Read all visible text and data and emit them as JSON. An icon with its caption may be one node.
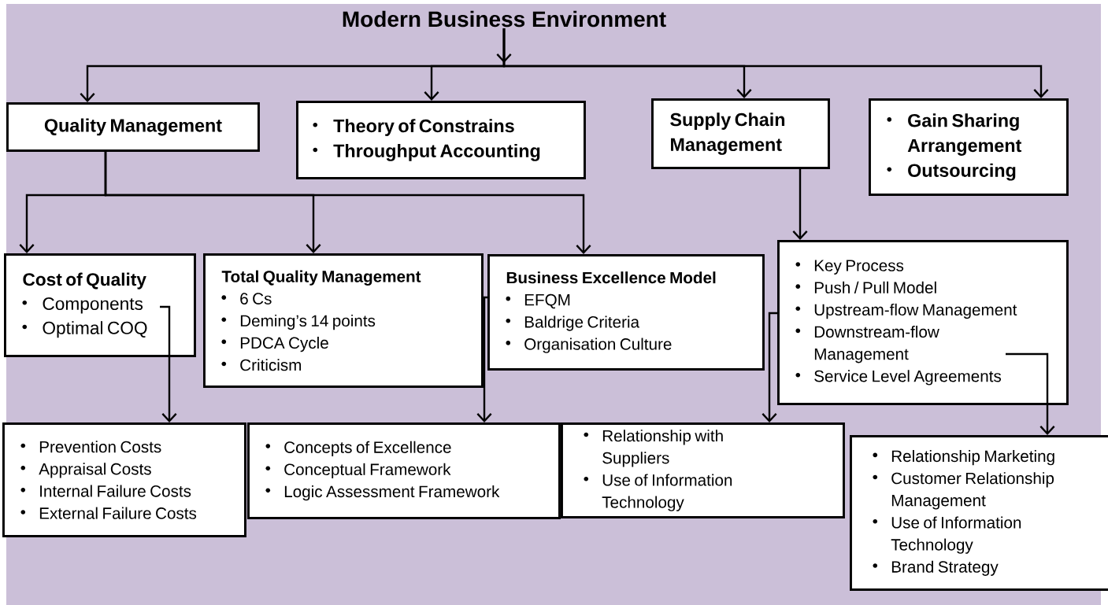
{
  "diagram": {
    "nodes": [
      {
        "text": [
          "Modern Business Environment"
        ]
      },
      {
        "text": [
          "Quality Management"
        ]
      },
      {
        "text": [
          "Theory of Constrains",
          "Throughput Accounting"
        ]
      },
      {
        "text": [
          "Supply Chain Management"
        ]
      },
      {
        "text": [
          "Gain Sharing Arrangement",
          "Outsourcing"
        ]
      },
      {
        "text": [
          "Cost of Quality",
          "Components",
          "Optimal COQ"
        ]
      },
      {
        "text": [
          "Total Quality Management",
          "6 Cs",
          "Deming’s 14 points",
          "PDCA Cycle",
          "Criticism"
        ]
      },
      {
        "text": [
          "Business Excellence Model",
          "EFQM",
          "Baldrige Criteria",
          "Organisation Culture"
        ]
      },
      {
        "text": [
          "Key Process",
          "Push / Pull Model",
          "Upstream-flow Management",
          "Downstream-flow Management",
          "Service Level Agreements"
        ]
      },
      {
        "text": [
          "Prevention Costs",
          "Appraisal Costs",
          "Internal Failure Costs",
          "External Failure Costs"
        ]
      },
      {
        "text": [
          "Concepts of Excellence",
          "Conceptual Framework",
          "Logic Assessment Framework"
        ]
      },
      {
        "text": [
          "Relationship with Suppliers",
          "Use of Information Technology"
        ]
      },
      {
        "text": [
          "Relationship Marketing",
          "Customer Relationship Management",
          "Use of Information Technology",
          "Brand Strategy"
        ]
      }
    ],
    "edges": [
      {
        "from": 0,
        "to": 1,
        "arrow": "to"
      },
      {
        "from": 0,
        "to": 2,
        "arrow": "to"
      },
      {
        "from": 0,
        "to": 3,
        "arrow": "to"
      },
      {
        "from": 0,
        "to": 4,
        "arrow": "to"
      },
      {
        "from": 1,
        "to": 5,
        "arrow": "to"
      },
      {
        "from": 1,
        "to": 6,
        "arrow": "to"
      },
      {
        "from": 1,
        "to": 7,
        "arrow": "to"
      },
      {
        "from": 3,
        "to": 8,
        "arrow": "to"
      },
      {
        "from": 5,
        "to": 9,
        "arrow": "to"
      },
      {
        "from": 7,
        "to": 10,
        "arrow": "to"
      },
      {
        "from": 8,
        "to": 11,
        "arrow": "to"
      },
      {
        "from": 8,
        "to": 12,
        "arrow": "to"
      }
    ]
  }
}
